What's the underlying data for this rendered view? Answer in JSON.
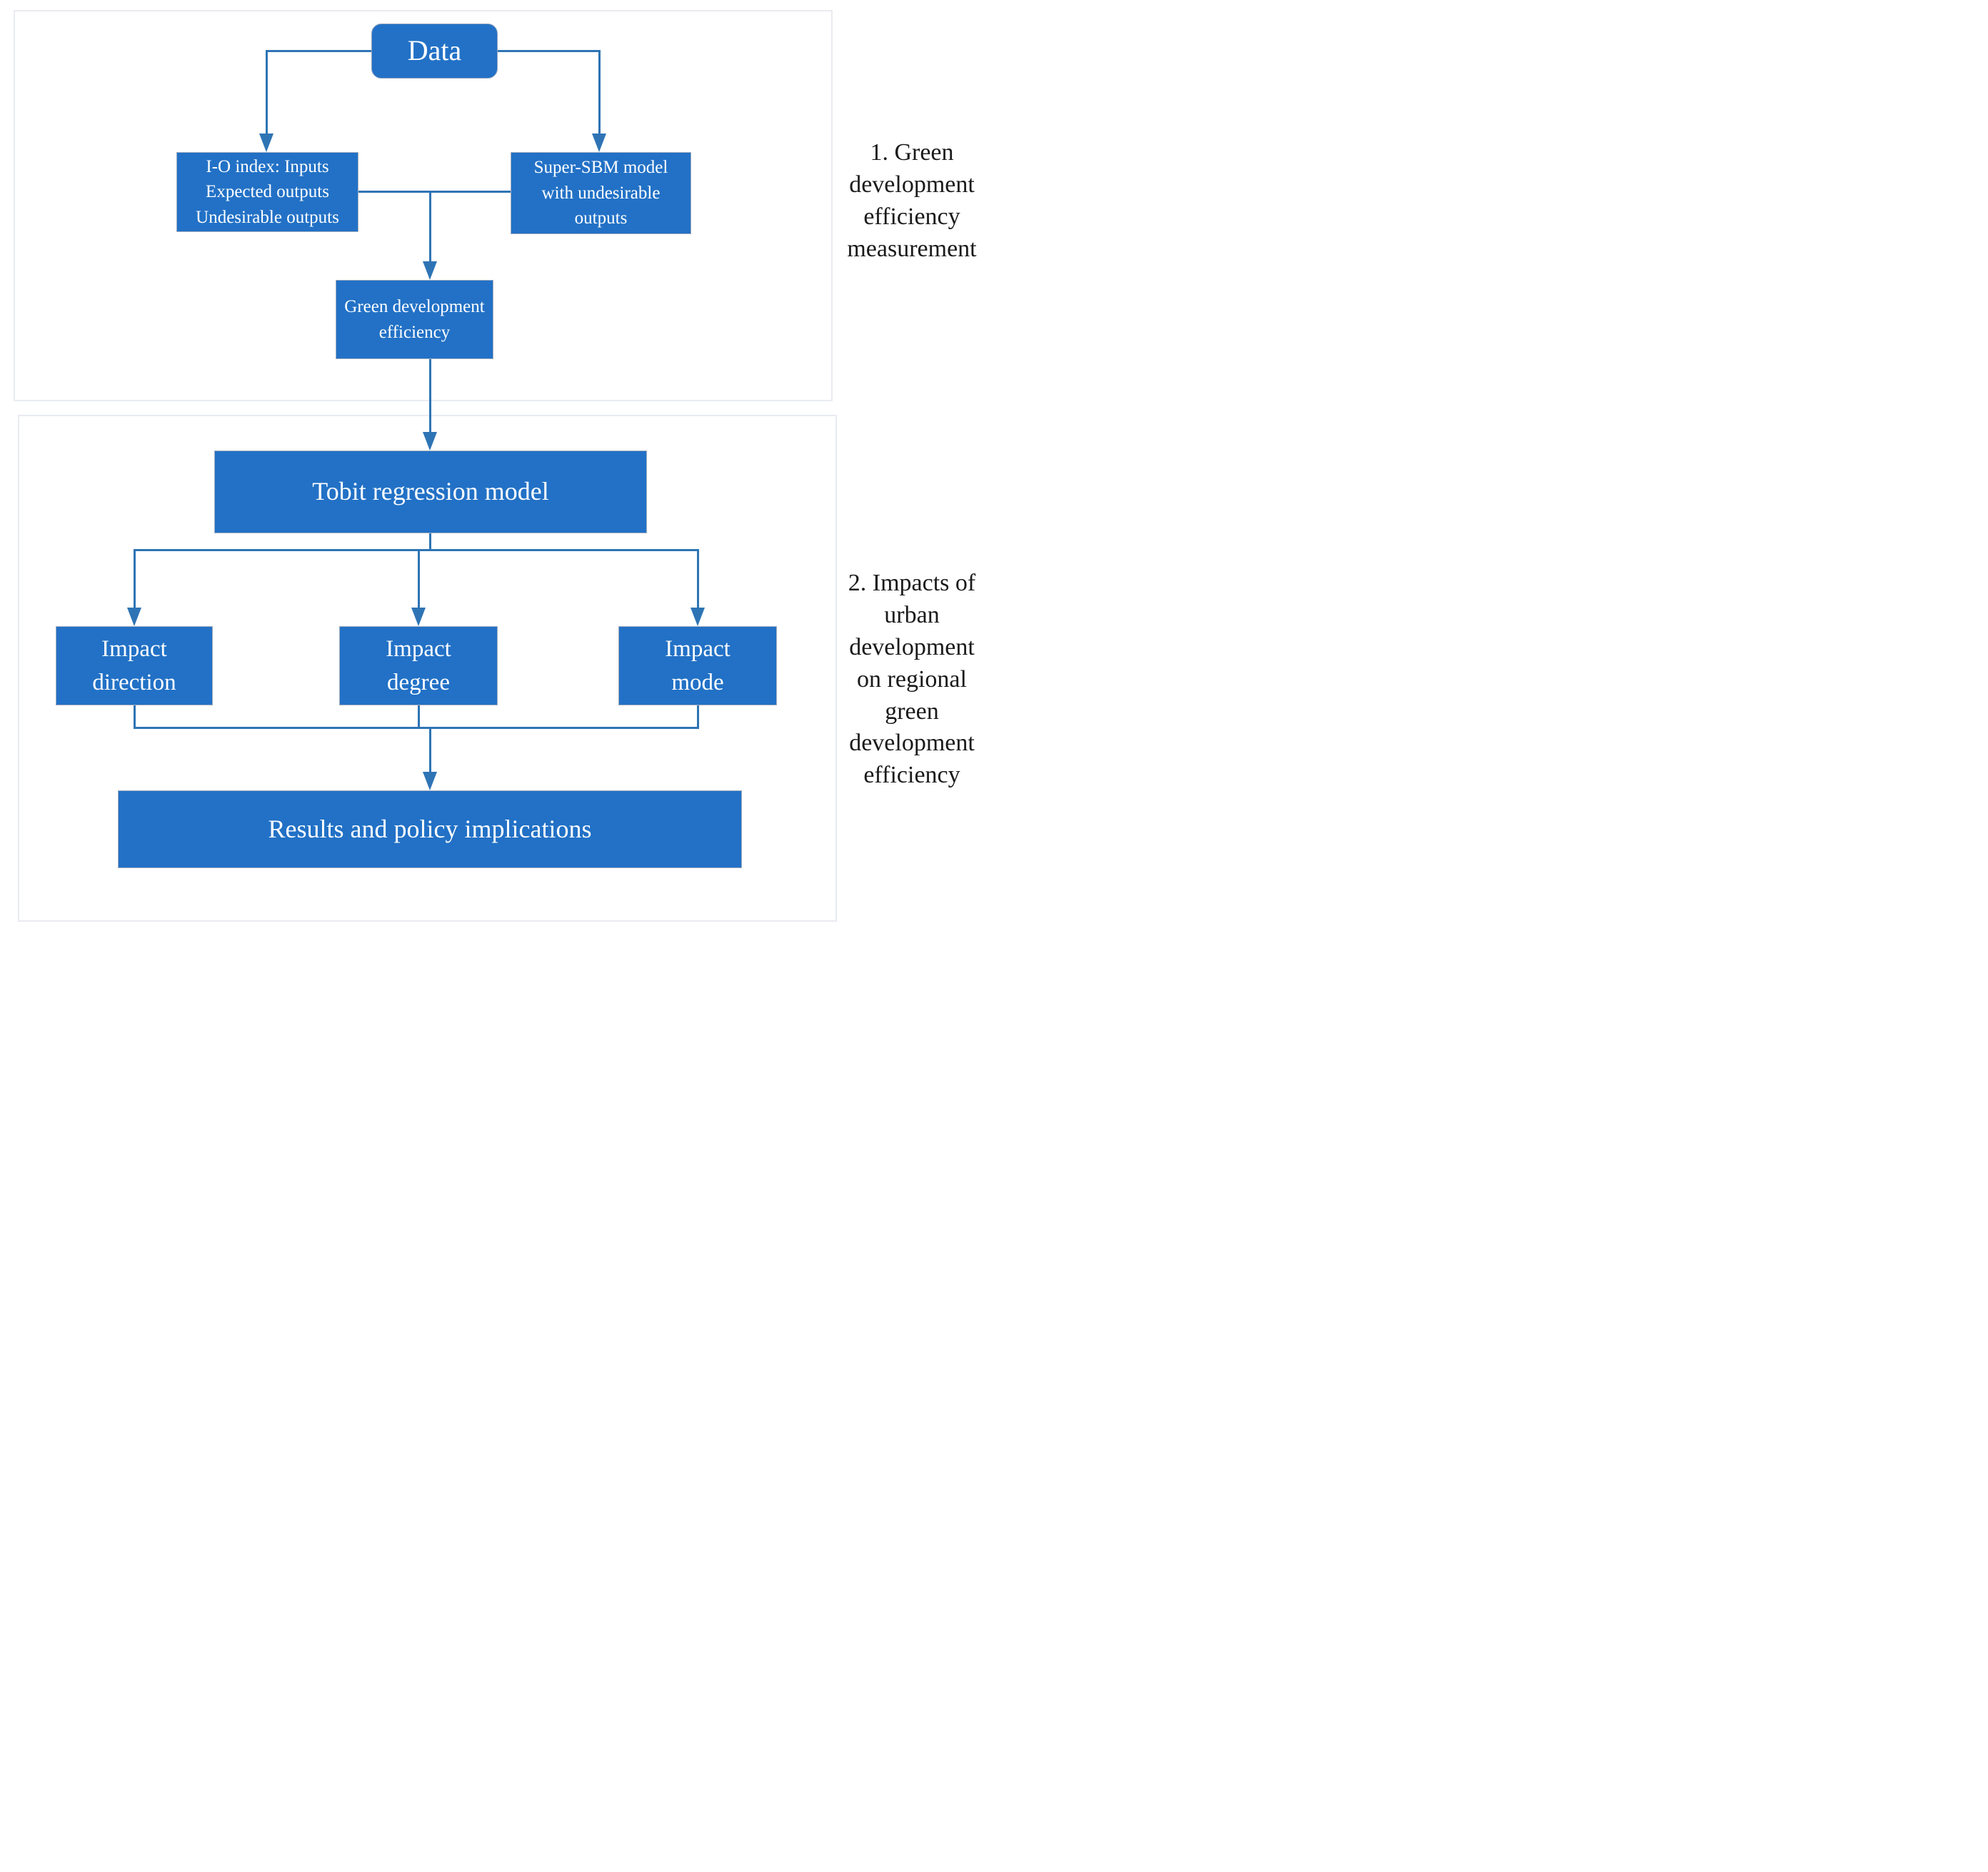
{
  "diagram": {
    "sections": [
      {
        "id": "green-development-efficiency-measurement",
        "side_label": "1. Green\ndevelopment\nefficiency\nmeasurement"
      },
      {
        "id": "impacts-of-urban-development",
        "side_label": "2. Impacts of\nurban\ndevelopment\non regional\ngreen\ndevelopment\nefficiency"
      }
    ],
    "nodes": {
      "data": "Data",
      "io_index": "I-O index: Inputs\nExpected outputs\nUndesirable outputs",
      "super_sbm": "Super-SBM model\nwith undesirable\noutputs",
      "green_efficiency": "Green development\nefficiency",
      "tobit": "Tobit regression model",
      "impact_direction": "Impact\ndirection",
      "impact_degree": "Impact\ndegree",
      "impact_mode": "Impact\nmode",
      "results": "Results and policy implications"
    },
    "colors": {
      "node_fill": "#2271c6",
      "node_text": "#ffffff",
      "connector": "#2e74b5",
      "panel_border": "#e9ebf2",
      "label_text": "#1a1a1a"
    }
  }
}
